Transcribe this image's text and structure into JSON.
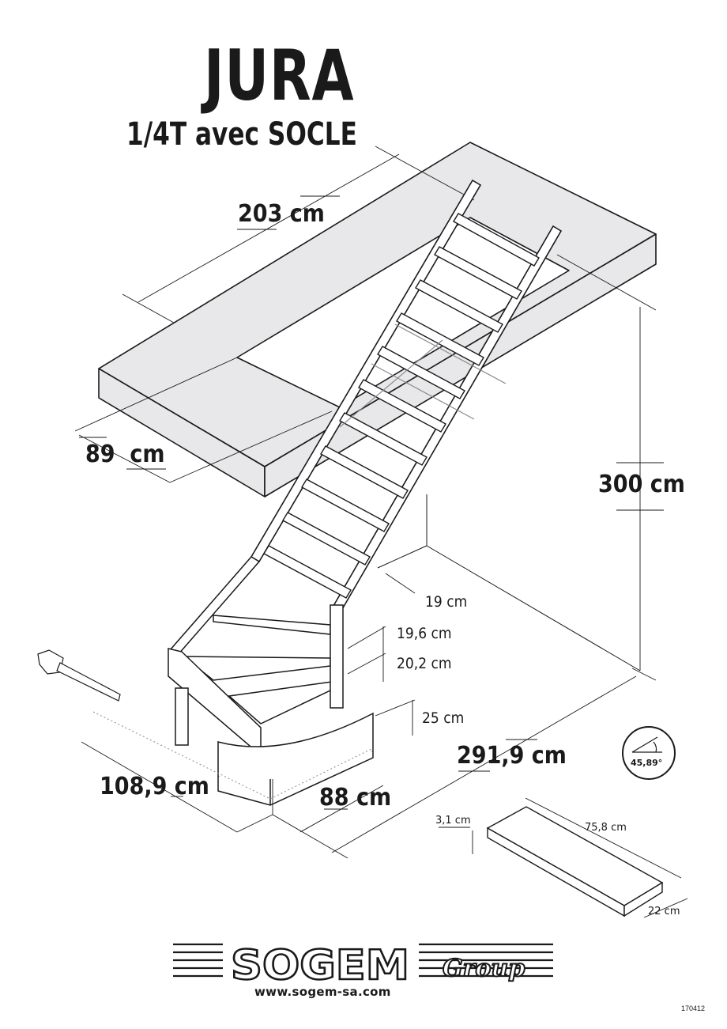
{
  "header": {
    "title": "JURA",
    "subtitle": "1/4T avec SOCLE"
  },
  "dimensions": {
    "opening_length": "203 cm",
    "opening_width": "89  cm",
    "floor_height": "300 cm",
    "going": "19 cm",
    "rise_1": "19,6 cm",
    "rise_2": "20,2 cm",
    "base_height": "25 cm",
    "total_length": "291,9 cm",
    "total_width": "108,9 cm",
    "stair_width": "88 cm",
    "angle": "45,89°"
  },
  "tread_detail": {
    "thickness": "3,1 cm",
    "length": "75,8 cm",
    "depth": "22 cm"
  },
  "icons": {
    "saw": "saw-icon",
    "angle": "angle-icon"
  },
  "footer": {
    "brand": "SOGEM",
    "brand_suffix": "Group",
    "url": "www.sogem-sa.com",
    "doc_number": "170412"
  },
  "colors": {
    "ink": "#1a1a1a",
    "slab_fill": "#e8e8ea",
    "ghost_line": "#8a8a90"
  }
}
